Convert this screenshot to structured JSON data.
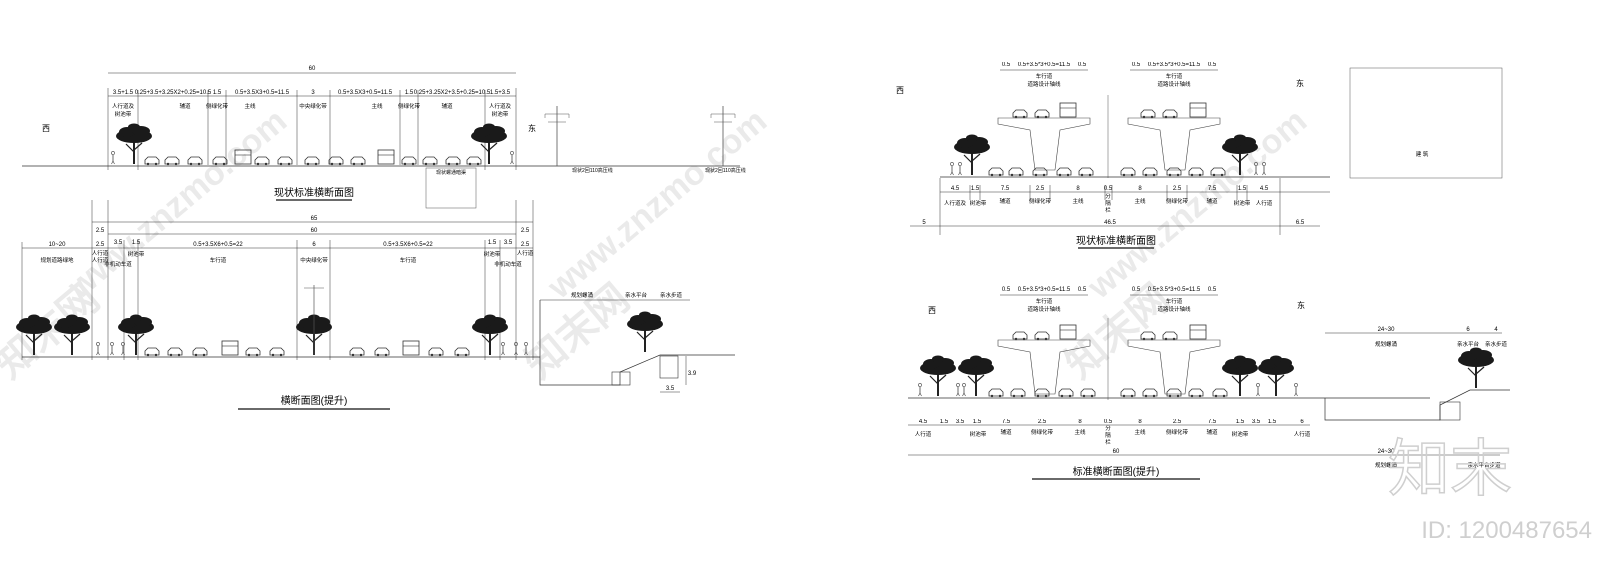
{
  "left": {
    "dir_west": "西",
    "dir_east": "东",
    "top_total": "60",
    "top_dims": [
      "3.5+1.5",
      "0.25+3.5+3.25X2+0.25=10.5",
      "1.5",
      "0.5+3.5X3+0.5=11.5",
      "3",
      "0.5+3.5X3+0.5=11.5",
      "1.5",
      "0.25+3.25X2+3.5+0.25=10.5",
      "1.5+3.5"
    ],
    "top_labels": [
      "人行道及",
      "树池带",
      "辅道",
      "侧绿化带",
      "主线",
      "中央绿化带",
      "主线",
      "侧绿化带",
      "辅道",
      "人行道及",
      "树池带"
    ],
    "powerline_a": "现状2回110高压线",
    "powerline_b": "现状2回110高压线",
    "river_existing": "现状螺通暗渠",
    "title_existing": "现状标准横断面图",
    "mid_totals": [
      "65",
      "60"
    ],
    "mid_dims": [
      "2.5",
      "10~20",
      "2.5",
      "3.5",
      "1.5",
      "0.5+3.5X6+0.5=22",
      "6",
      "0.5+3.5X6+0.5=22",
      "1.5",
      "3.5",
      "2.5",
      "2.5"
    ],
    "mid_labels": [
      "人行道",
      "规划道路绿地",
      "人行道",
      "非机动车道",
      "树池带",
      "车行道",
      "中央绿化带",
      "车行道",
      "树池带",
      "非机动车道",
      "人行道"
    ],
    "river_labels": [
      "规划螺涌",
      "亲水平台",
      "亲水步道"
    ],
    "river_dims": [
      "3.5",
      "3.9"
    ],
    "title_upgrade": "横断面图(提升)"
  },
  "right": {
    "dir_west": "西",
    "dir_east": "东",
    "building": "建 筑",
    "elevated_dims": [
      "0.5",
      "0.5+3.5*3+0.5=11.5",
      "0.5",
      "0.5",
      "0.5+3.5*3+0.5=11.5",
      "0.5"
    ],
    "elevated_labels": [
      "车行道",
      "道路设计轴线",
      "车行道",
      "道路设计轴线"
    ],
    "ground_dims": [
      "4.5",
      "1.5",
      "7.5",
      "2.5",
      "8",
      "0.5",
      "8",
      "2.5",
      "7.5",
      "1.5",
      "4.5"
    ],
    "ground_labels": [
      "人行道及",
      "树池带",
      "辅道",
      "侧绿化带",
      "主线",
      "分",
      "隔",
      "栏",
      "主线",
      "侧绿化带",
      "辅道",
      "树池带",
      "人行道"
    ],
    "side_dims": [
      "5",
      "46.5",
      "6.5"
    ],
    "title_existing": "现状标准横断面图",
    "elevated_dims_b": [
      "0.5",
      "0.5+3.5*3+0.5=11.5",
      "0.5",
      "0.5",
      "0.5+3.5*3+0.5=11.5",
      "0.5"
    ],
    "elevated_labels_b": [
      "车行道",
      "道路设计轴线",
      "车行道",
      "道路设计轴线"
    ],
    "river_top": [
      "24~30",
      "6",
      "4"
    ],
    "river_top_labels": [
      "规划螺涌",
      "亲水平台",
      "亲水步道"
    ],
    "ground_dims_b": [
      "4.5",
      "1.5",
      "3.5",
      "1.5",
      "7.5",
      "2.5",
      "8",
      "0.5",
      "8",
      "2.5",
      "7.5",
      "1.5",
      "3.5",
      "1.5",
      "6"
    ],
    "ground_labels_b": [
      "人行道",
      "树池带",
      "辅道",
      "侧绿化带",
      "主线",
      "分",
      "隔",
      "栏",
      "主线",
      "侧绿化带",
      "辅道",
      "树池带",
      "人行道"
    ],
    "total_b": "60",
    "river_bottom": "24~30",
    "river_bottom_labels": [
      "规划螺涌",
      "亲水平台步道"
    ],
    "title_upgrade": "标准横断面图(提升)"
  },
  "watermark": {
    "site": "www.znzmo.com",
    "brand": "知末网",
    "logo": "知末",
    "id": "ID: 1200487654"
  }
}
